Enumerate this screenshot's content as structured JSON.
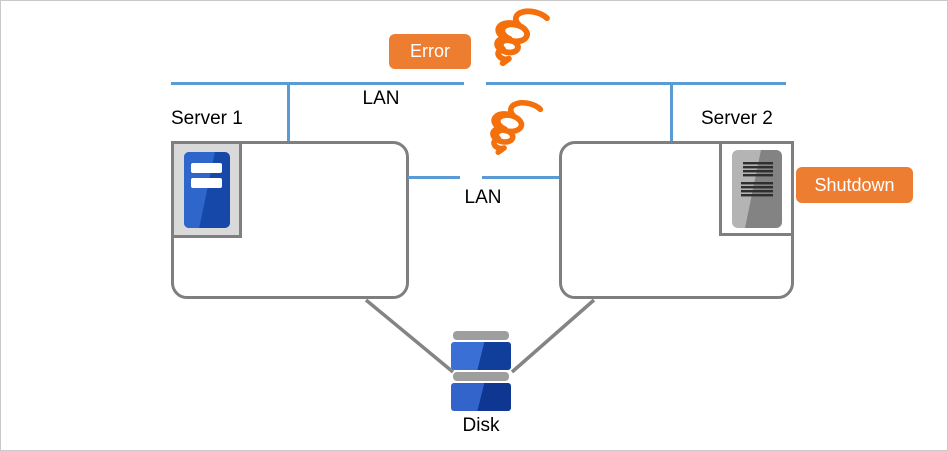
{
  "diagram": {
    "title_context": "two-server shared-disk cluster failure diagram",
    "nodes": {
      "server1": {
        "label": "Server 1",
        "icon": "server-tower-blue-icon",
        "status": "active"
      },
      "server2": {
        "label": "Server 2",
        "icon": "server-tower-gray-icon",
        "status": "shutdown"
      },
      "disk": {
        "label": "Disk",
        "icon": "disk-stack-icon"
      }
    },
    "connections": {
      "lan_top": {
        "label": "LAN",
        "state": "broken",
        "break_icon": "coil-break-icon"
      },
      "lan_mid": {
        "label": "LAN",
        "state": "broken",
        "break_icon": "coil-break-icon"
      }
    },
    "badges": {
      "error": {
        "label": "Error"
      },
      "shutdown": {
        "label": "Shutdown"
      }
    },
    "colors": {
      "lan_line_blue": "#5B9BD5",
      "box_border_gray": "#7F7F7F",
      "badge_orange": "#ED7D31",
      "coil_orange": "#F4700C",
      "server1_blue_light": "#2E66CC",
      "server1_blue_dark": "#1548A8",
      "server2_gray_light": "#B4B4B4",
      "server2_gray_dark": "#838383",
      "disk_blue_light": "#3A6FD6",
      "disk_blue_dark": "#123E9B",
      "cap_gray": "#9E9E9E"
    }
  }
}
